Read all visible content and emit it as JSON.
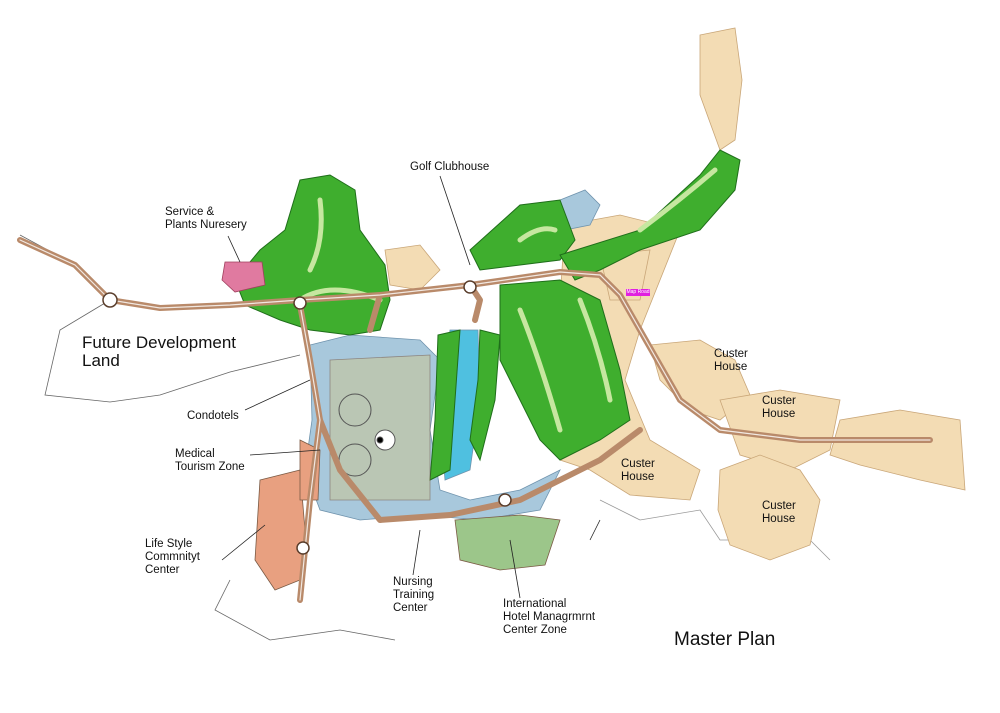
{
  "title": "Master Plan",
  "sign_text": "Map Road",
  "colors": {
    "golf": "#3fae2e",
    "water": "#a8c8dc",
    "road": "#b98a6a",
    "cluster": "#f3dcb4",
    "nursery": "#e07aa0",
    "lifestyle": "#e8a080",
    "sign": "#e020e0"
  },
  "labels": {
    "golf_clubhouse": [
      "Golf Clubhouse"
    ],
    "service": [
      "Service &",
      "Plants Nuresery"
    ],
    "future": [
      "Future Development",
      "Land"
    ],
    "condotels": [
      "Condotels"
    ],
    "medical": [
      "Medical",
      "Tourism Zone"
    ],
    "lifestyle": [
      "Life Style",
      "Commnityt",
      "Center"
    ],
    "nursing": [
      "Nursing",
      "Training",
      "Center"
    ],
    "hotel": [
      "International",
      "Hotel Managrmrnt",
      "Center Zone"
    ],
    "custer1": [
      "Custer",
      "House"
    ],
    "custer2": [
      "Custer",
      "House"
    ],
    "custer3": [
      "Custer",
      "House"
    ],
    "custer4": [
      "Custer",
      "House"
    ]
  }
}
